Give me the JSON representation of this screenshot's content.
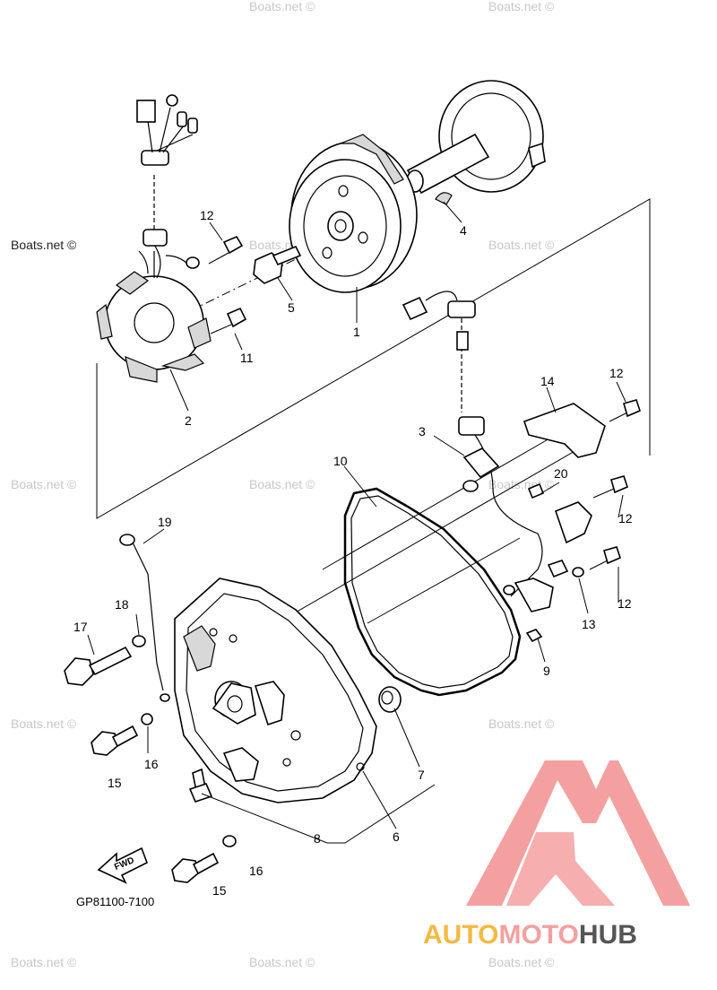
{
  "watermark_text": "Boats.net ©",
  "diagram_code": "GP81100-7100",
  "fwd_label": "FWD",
  "brand": {
    "part1": "AUTO",
    "part2": "MOTO",
    "part3": "HUB",
    "color1": "#f5b942",
    "color2": "#f4a0a0",
    "color3": "#555555",
    "logo_color": "#f4a0a0"
  },
  "callouts": {
    "c1": "1",
    "c2": "2",
    "c3": "3",
    "c4": "4",
    "c5": "5",
    "c6": "6",
    "c7": "7",
    "c8": "8",
    "c9": "9",
    "c10": "10",
    "c11": "11",
    "c12a": "12",
    "c12b": "12",
    "c12c": "12",
    "c12d": "12",
    "c13": "13",
    "c14": "14",
    "c15a": "15",
    "c15b": "15",
    "c16a": "16",
    "c16b": "16",
    "c17": "17",
    "c18": "18",
    "c19": "19",
    "c20": "20"
  }
}
